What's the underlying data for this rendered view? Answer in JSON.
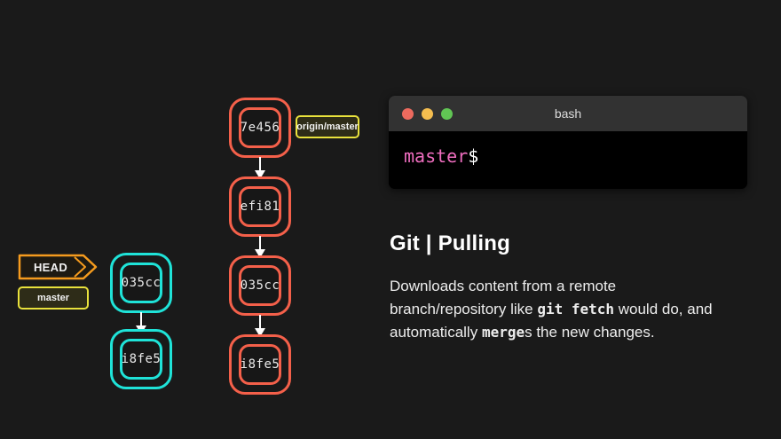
{
  "background_color": "#1a1a1a",
  "colors": {
    "remote_node": "#f4604a",
    "local_node": "#1fe3d8",
    "head_label": "#f59b1e",
    "branch_label": "#e9e23c",
    "prompt_branch": "#f06ec0",
    "text": "#ededed"
  },
  "local_graph": {
    "head_label": "HEAD",
    "branch_label": "master",
    "nodes": [
      {
        "sha": "035cc"
      },
      {
        "sha": "i8fe5"
      }
    ]
  },
  "remote_graph": {
    "ref_label": "origin/master",
    "nodes": [
      {
        "sha": "7e456"
      },
      {
        "sha": "efi81"
      },
      {
        "sha": "035cc"
      },
      {
        "sha": "i8fe5"
      }
    ]
  },
  "terminal": {
    "title": "bash",
    "buttons": [
      "close",
      "minimize",
      "maximize"
    ],
    "prompt_branch": "master",
    "prompt_sigil": "$",
    "command": ""
  },
  "panel": {
    "heading": "Git | Pulling",
    "paragraph": {
      "part1": "Downloads content from a remote branch/repository like ",
      "code1": "git fetch",
      "part2": " would do, and automatically ",
      "code2": "merge",
      "part3": "s the new changes."
    }
  }
}
